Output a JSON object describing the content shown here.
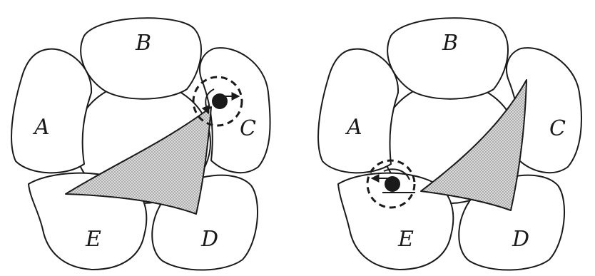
{
  "colors": {
    "ink": "#1a1a1a",
    "paper": "#ffffff",
    "stipple": "#9a9a9a"
  },
  "left_panel": {
    "labels": {
      "a": "A",
      "b": "B",
      "c": "C",
      "d": "D",
      "e": "E"
    }
  },
  "right_panel": {
    "labels": {
      "a": "A",
      "b": "B",
      "c": "C",
      "d": "D",
      "e": "E"
    }
  }
}
